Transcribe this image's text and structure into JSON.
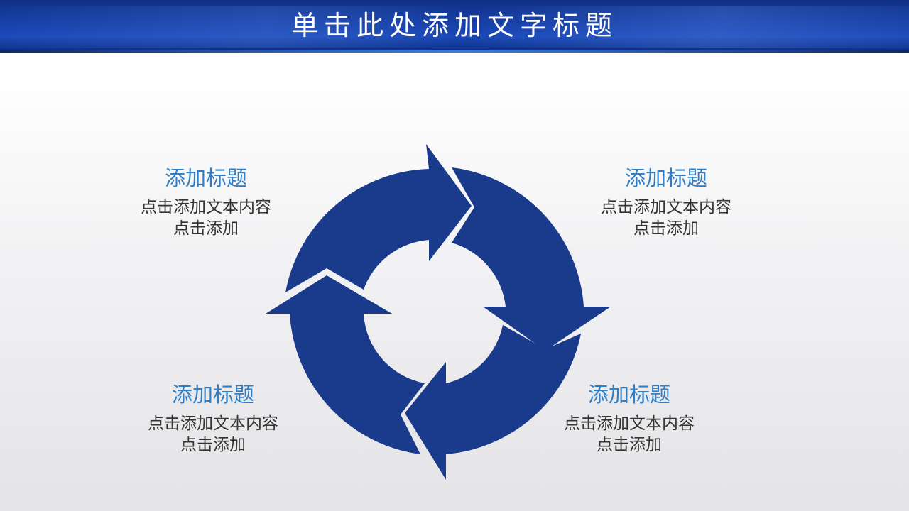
{
  "header": {
    "title": "单击此处添加文字标题"
  },
  "diagram": {
    "fill_color": "#1a3a8c",
    "header_color": "#163fa8",
    "heading_color": "#2f7fc8",
    "text_color": "#333333",
    "items": [
      {
        "heading": "添加标题",
        "body": "点击添加文本内容点击添加"
      },
      {
        "heading": "添加标题",
        "body": "点击添加文本内容点击添加"
      },
      {
        "heading": "添加标题",
        "body": "点击添加文本内容点击添加"
      },
      {
        "heading": "添加标题",
        "body": "点击添加文本内容点击添加"
      }
    ]
  }
}
